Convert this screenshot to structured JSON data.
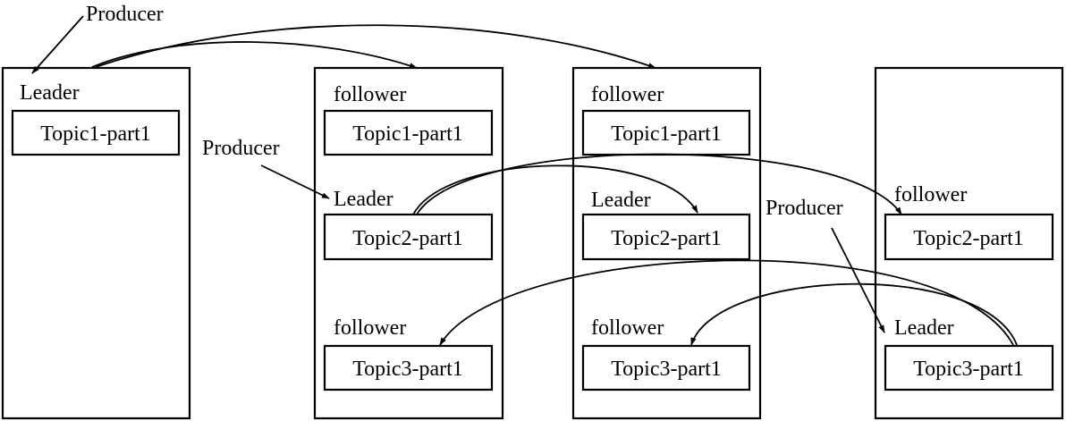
{
  "diagram": {
    "producer_label": "Producer",
    "brokers": [
      {
        "partitions": [
          {
            "role": "Leader",
            "name": "Topic1-part1"
          }
        ]
      },
      {
        "partitions": [
          {
            "role": "follower",
            "name": "Topic1-part1"
          },
          {
            "role": "Leader",
            "name": "Topic2-part1"
          },
          {
            "role": "follower",
            "name": "Topic3-part1"
          }
        ]
      },
      {
        "partitions": [
          {
            "role": "follower",
            "name": "Topic1-part1"
          },
          {
            "role": "Leader",
            "name": "Topic2-part1"
          },
          {
            "role": "follower",
            "name": "Topic3-part1"
          }
        ]
      },
      {
        "partitions": [
          {
            "role": "follower",
            "name": "Topic2-part1"
          },
          {
            "role": "Leader",
            "name": "Topic3-part1"
          }
        ]
      }
    ],
    "colors": {
      "stroke": "#000000",
      "background": "#ffffff"
    }
  }
}
